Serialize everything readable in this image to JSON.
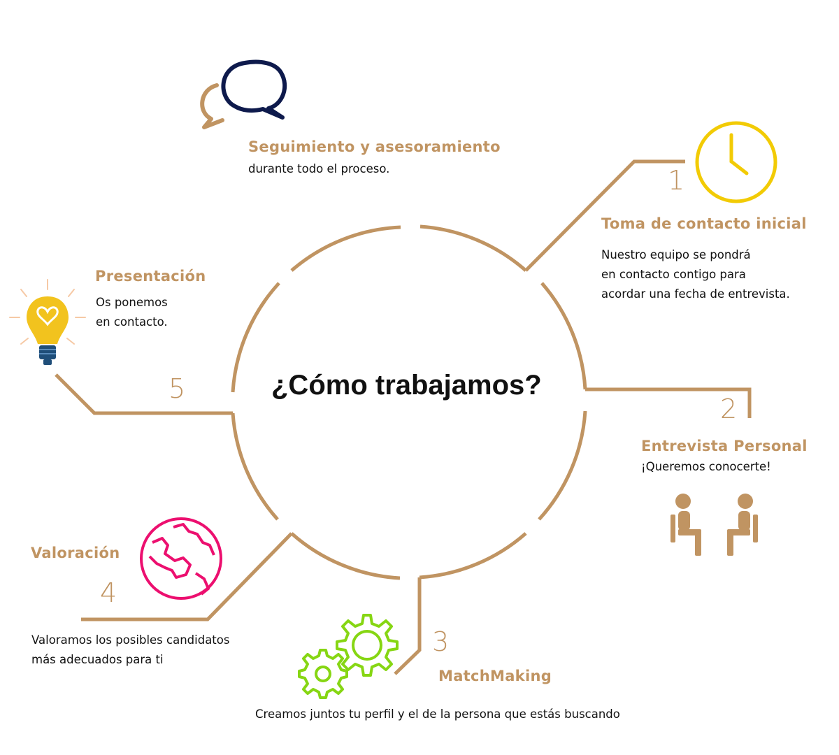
{
  "center_title": "¿Cómo trabajamos?",
  "colors": {
    "accent": "#c09462",
    "text": "#111111",
    "clock": "#f2cb05",
    "globe": "#ec0f6f",
    "gears": "#86d613",
    "speech_dark": "#0e1a4c",
    "bulb": "#f2c31e",
    "bulb_base": "#1f4e79",
    "bulb_rays": "#f6c9a5"
  },
  "steps": [
    {
      "number": "1",
      "title": "Toma de contacto inicial",
      "lines": [
        "Nuestro equipo se pondrá",
        "en contacto contigo para",
        "acordar una fecha de entrevista."
      ],
      "icon": "clock-icon"
    },
    {
      "number": "2",
      "title": "Entrevista Personal",
      "lines": [
        "¡Queremos conocerte!"
      ],
      "icon": "interview-people-icon"
    },
    {
      "number": "3",
      "title": "MatchMaking",
      "lines": [
        "Creamos juntos tu perfil y el de la persona que estás buscando"
      ],
      "icon": "gears-icon"
    },
    {
      "number": "4",
      "title": "Valoración",
      "lines": [
        "Valoramos los posibles candidatos",
        "más adecuados para ti"
      ],
      "icon": "globe-icon"
    },
    {
      "number": "5",
      "title": "Presentación",
      "lines": [
        "Os ponemos",
        "en contacto."
      ],
      "icon": "lightbulb-icon"
    }
  ],
  "followup": {
    "title": "Seguimiento y asesoramiento",
    "lines": [
      "durante todo el proceso."
    ],
    "icon": "speech-bubbles-icon"
  }
}
